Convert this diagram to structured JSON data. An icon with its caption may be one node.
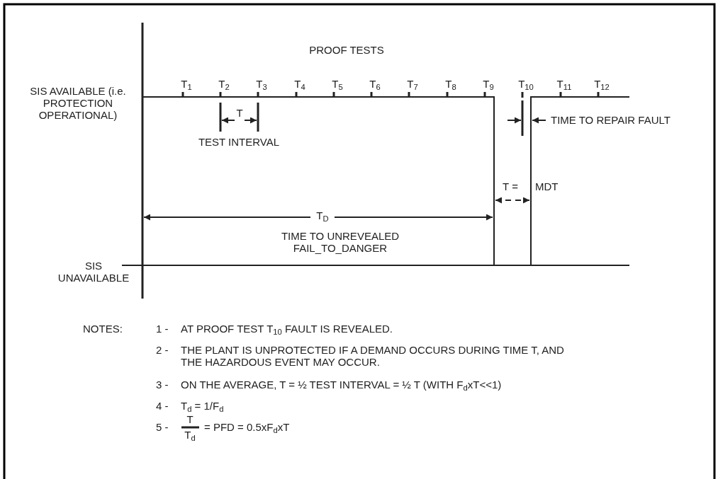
{
  "diagram": {
    "labels": [
      "PROOF TESTS",
      "SIS AVAILABLE (i.e. PROTECTION OPERATIONAL)",
      "T$_{1}$",
      "T$_{2}$",
      "T$_{3}$",
      "T$_{4}$",
      "T$_{5}$",
      "T$_{6}$",
      "T$_{7}$",
      "T$_{8}$",
      "T$_{9}$",
      "T$_{10}$",
      "T$_{11}$",
      "T$_{12}$",
      "T",
      "TEST INTERVAL",
      "TIME TO REPAIR FAULT",
      "T =",
      "MDT",
      "T$_{D}$",
      "TIME TO UNREVEALED FAIL_TO_DANGER",
      "SIS UNAVAILABLE",
      "NOTES:",
      "1 -",
      "AT PROOF TEST T$_{10}$ FAULT IS REVEALED.",
      "2 -",
      "THE PLANT IS UNPROTECTED IF A DEMAND OCCURS DURING TIME T, AND THE HAZARDOUS EVENT MAY OCCUR.",
      "3 -",
      "ON THE AVERAGE, T = ½ TEST INTERVAL = ½ T (WITH F$_{d}$xT<<1)",
      "4 -",
      "T$_{d}$ = 1/F$_{d}$",
      "5 -",
      "T",
      "T$_{d}$",
      "= PFD = 0.5xF$_{d}$xT"
    ]
  }
}
